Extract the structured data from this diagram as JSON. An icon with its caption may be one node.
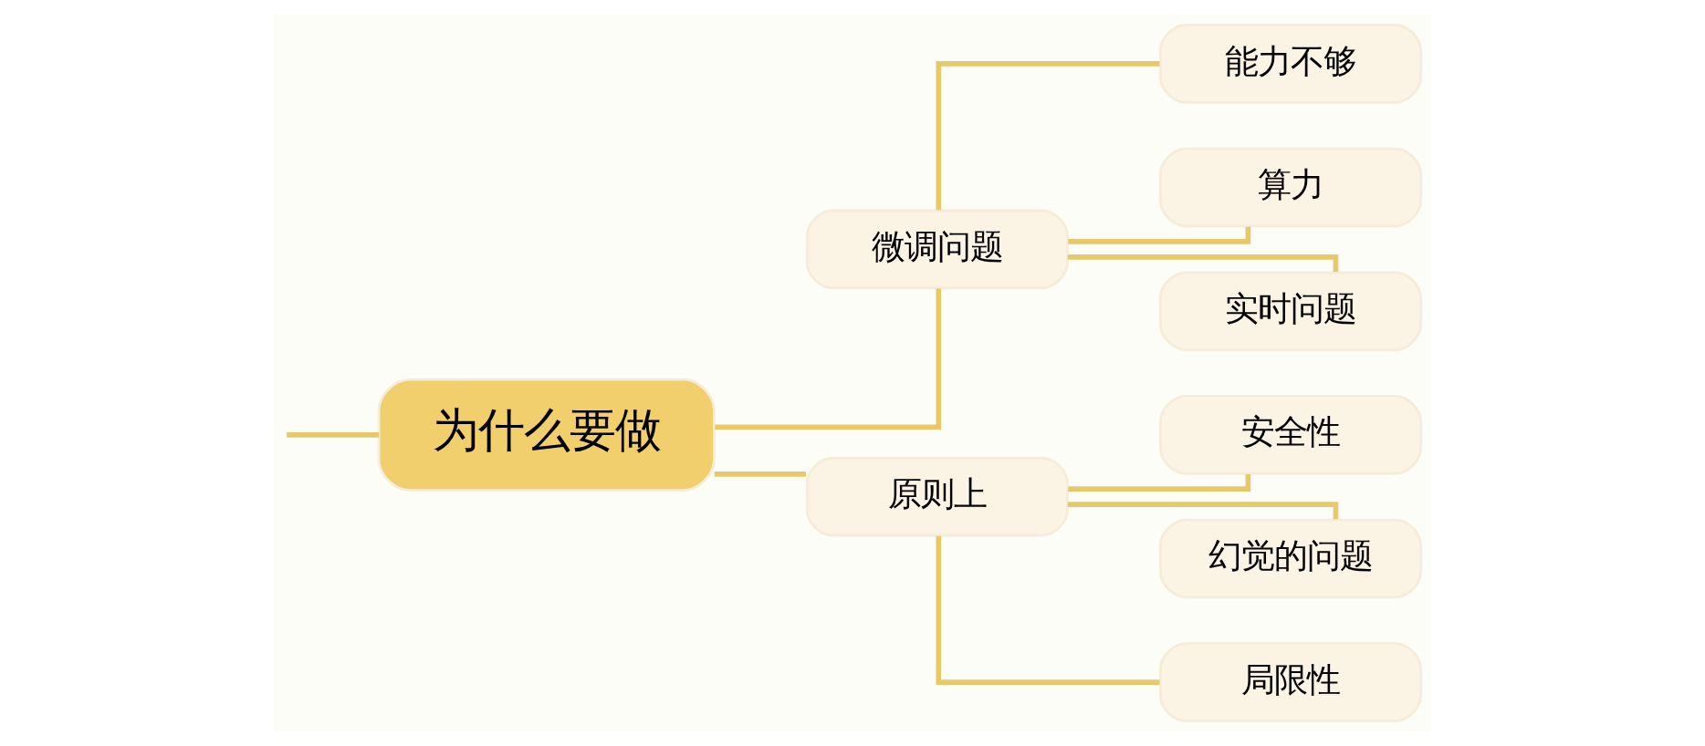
{
  "diagram": {
    "nodes": [
      {
        "text": [
          "为什么要做"
        ]
      },
      {
        "text": [
          "微调问题"
        ]
      },
      {
        "text": [
          "能力不够"
        ]
      },
      {
        "text": [
          "算力"
        ]
      },
      {
        "text": [
          "实时问题"
        ]
      },
      {
        "text": [
          "原则上"
        ]
      },
      {
        "text": [
          "安全性"
        ]
      },
      {
        "text": [
          "幻觉的问题"
        ]
      },
      {
        "text": [
          "局限性"
        ]
      }
    ],
    "edges": [
      {
        "from": null,
        "to": 0,
        "arrow": "none"
      },
      {
        "from": 0,
        "to": 1,
        "arrow": "none"
      },
      {
        "from": 1,
        "to": 2,
        "arrow": "none"
      },
      {
        "from": 1,
        "to": 3,
        "arrow": "none"
      },
      {
        "from": 1,
        "to": 4,
        "arrow": "none"
      },
      {
        "from": 0,
        "to": 5,
        "arrow": "none"
      },
      {
        "from": 5,
        "to": 6,
        "arrow": "none"
      },
      {
        "from": 5,
        "to": 7,
        "arrow": "none"
      },
      {
        "from": 5,
        "to": 8,
        "arrow": "none"
      }
    ]
  }
}
